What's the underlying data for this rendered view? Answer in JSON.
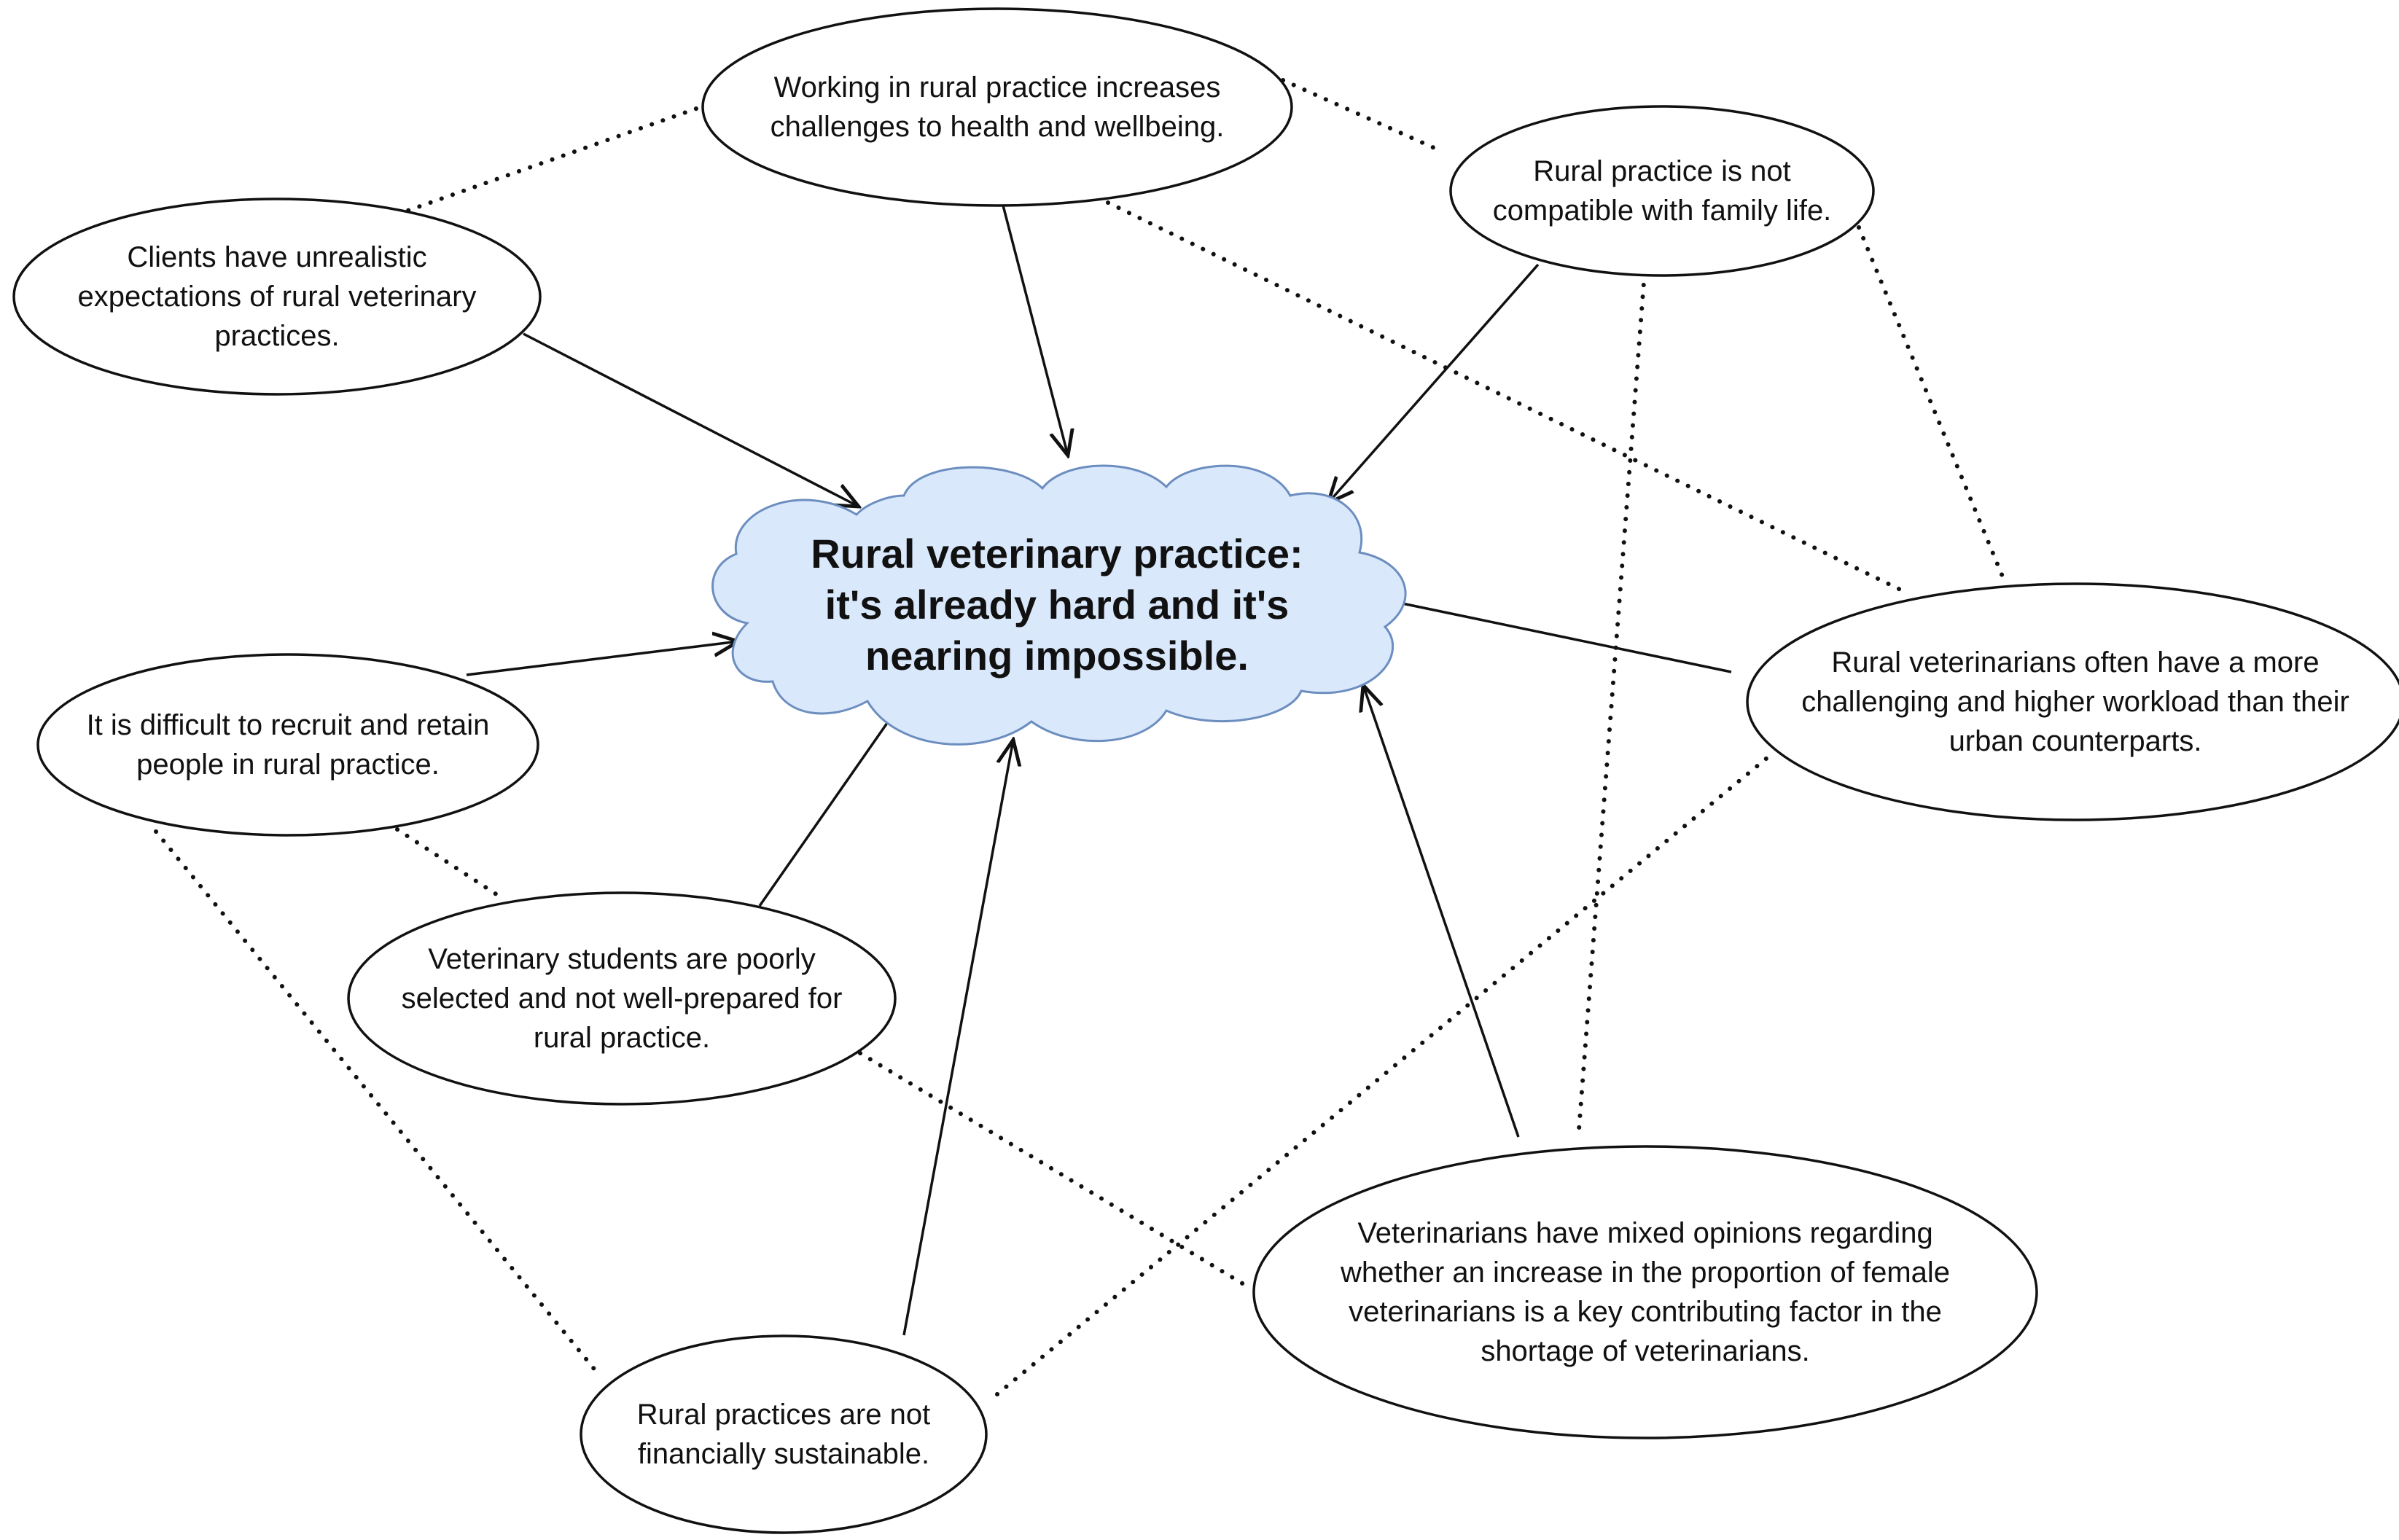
{
  "diagram": {
    "center": {
      "text": "Rural veterinary practice:\nit's already hard and it's\nnearing impossible.",
      "fill": "#dae8fc",
      "stroke": "#6c8ebf"
    },
    "nodes": {
      "health": {
        "text": "Working in rural practice increases\nchallenges to health and wellbeing."
      },
      "family": {
        "text": "Rural practice is not\ncompatible with family life."
      },
      "clients": {
        "text": "Clients have unrealistic\nexpectations of rural veterinary\npractices."
      },
      "recruit": {
        "text": "It is difficult to recruit and retain\npeople in rural practice."
      },
      "workload": {
        "text": "Rural veterinarians often have a more\nchallenging and higher workload than their\nurban counterparts."
      },
      "students": {
        "text": "Veterinary students are poorly\nselected and not well-prepared for\nrural practice."
      },
      "female": {
        "text": "Veterinarians have mixed opinions regarding\nwhether an increase in the proportion of female\nveterinarians is a key contributing factor in the\nshortage of veterinarians."
      },
      "financial": {
        "text": "Rural practices are not\nfinancially sustainable."
      }
    },
    "edges": {
      "solid": [
        {
          "from": "clients",
          "to": "center"
        },
        {
          "from": "health",
          "to": "center"
        },
        {
          "from": "family",
          "to": "center"
        },
        {
          "from": "recruit",
          "to": "center"
        },
        {
          "from": "students",
          "to": "center"
        },
        {
          "from": "financial",
          "to": "center"
        },
        {
          "from": "female",
          "to": "center"
        },
        {
          "from": "workload",
          "to": "center"
        }
      ],
      "dotted": [
        {
          "from": "clients",
          "to": "health"
        },
        {
          "from": "health",
          "to": "family"
        },
        {
          "from": "health",
          "to": "workload"
        },
        {
          "from": "family",
          "to": "workload"
        },
        {
          "from": "family",
          "to": "female"
        },
        {
          "from": "recruit",
          "to": "students"
        },
        {
          "from": "recruit",
          "to": "financial"
        },
        {
          "from": "students",
          "to": "female"
        },
        {
          "from": "financial",
          "to": "workload"
        }
      ]
    },
    "colors": {
      "line": "#111111",
      "node_fill": "#ffffff",
      "node_stroke": "#111111"
    }
  }
}
